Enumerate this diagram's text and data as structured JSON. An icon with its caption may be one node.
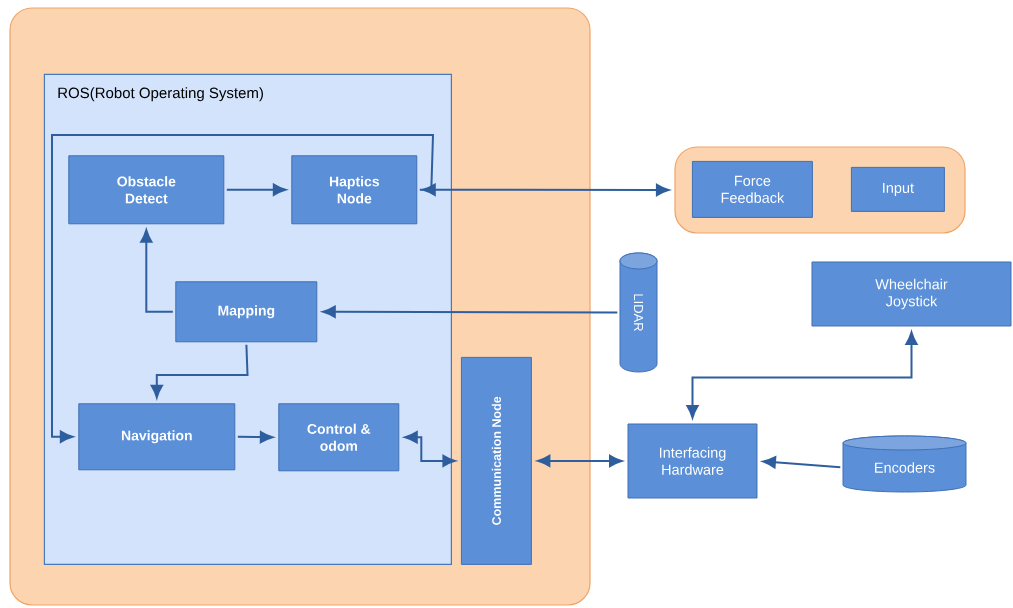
{
  "diagram": {
    "nodes": [
      {
        "text": [],
        "shape": "box"
      },
      {
        "text": [
          "ROS(Robot Operating System)"
        ],
        "in": 0
      },
      {
        "text": [
          "Obstacle Detect"
        ],
        "in": 1
      },
      {
        "text": [
          "Haptics Node"
        ],
        "in": 1
      },
      {
        "text": [
          "Mapping"
        ],
        "in": 1
      },
      {
        "text": [
          "Navigation"
        ],
        "in": 1
      },
      {
        "text": [
          "Control & odom"
        ],
        "in": 1
      },
      {
        "text": [
          "Communication Node"
        ],
        "in": 0
      },
      {
        "text": [],
        "shape": "box"
      },
      {
        "text": [
          "Force Feedback"
        ],
        "in": 8
      },
      {
        "text": [
          "Input"
        ],
        "in": 8
      },
      {
        "text": [
          "LIDAR"
        ]
      },
      {
        "text": [
          "Wheelchair Joystick"
        ]
      },
      {
        "text": [
          "Interfacing Hardware"
        ]
      },
      {
        "text": [
          "Encoders"
        ]
      }
    ],
    "edges": [
      {
        "from": 2,
        "to": 3,
        "arrow": "to"
      },
      {
        "from": 3,
        "to": 8,
        "arrow": "both"
      },
      {
        "from": 3,
        "to": 5,
        "arrow": "to"
      },
      {
        "from": 4,
        "to": 2,
        "arrow": "to"
      },
      {
        "from": 11,
        "to": 4,
        "arrow": "to"
      },
      {
        "from": 4,
        "to": 5,
        "arrow": "to"
      },
      {
        "from": 5,
        "to": 6,
        "arrow": "to"
      },
      {
        "from": 6,
        "to": 7,
        "arrow": "both"
      },
      {
        "from": 7,
        "to": 13,
        "arrow": "both"
      },
      {
        "from": 12,
        "to": 13,
        "arrow": "both"
      },
      {
        "from": 14,
        "to": 13,
        "arrow": "to"
      }
    ]
  }
}
